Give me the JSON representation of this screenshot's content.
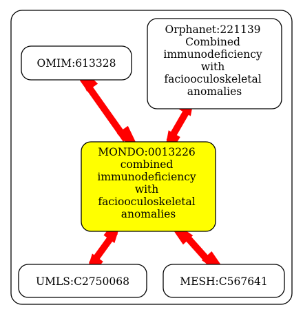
{
  "nodes": {
    "omim": {
      "lines": [
        "OMIM:613328"
      ]
    },
    "orphanet": {
      "lines": [
        "Orphanet:221139",
        "Combined",
        "immunodeficiency",
        "with",
        "faciooculoskeletal",
        "anomalies"
      ]
    },
    "mondo": {
      "lines": [
        "MONDO:0013226",
        "combined",
        "immunodeficiency",
        "with",
        "faciooculoskeletal",
        "anomalies"
      ]
    },
    "umls": {
      "lines": [
        "UMLS:C2750068"
      ]
    },
    "mesh": {
      "lines": [
        "MESH:C567641"
      ]
    }
  },
  "colors": {
    "edge": "#ff0000",
    "center_fill": "#ffff00",
    "node_fill": "#ffffff",
    "stroke": "#000000"
  }
}
